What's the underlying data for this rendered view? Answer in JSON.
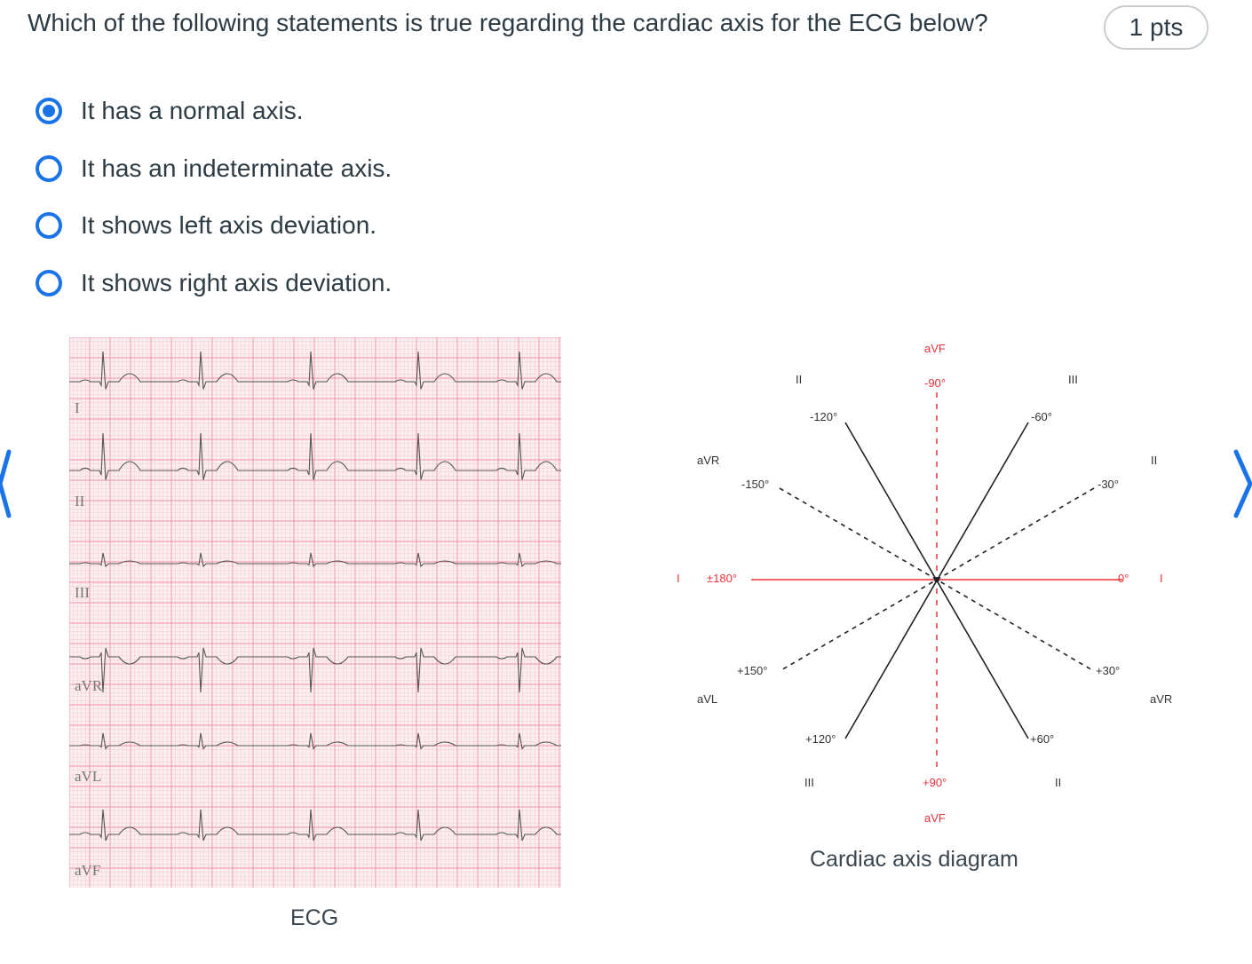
{
  "question": {
    "text": "Which of the following statements is true regarding the cardiac axis for the ECG below?",
    "points": "1 pts"
  },
  "options": [
    {
      "label": "It has a normal axis.",
      "selected": true
    },
    {
      "label": "It has an indeterminate axis.",
      "selected": false
    },
    {
      "label": "It shows left axis deviation.",
      "selected": false
    },
    {
      "label": "It shows right axis deviation.",
      "selected": false
    }
  ],
  "ecg": {
    "caption": "ECG",
    "leads": [
      "I",
      "II",
      "III",
      "aVR",
      "aVL",
      "aVF"
    ]
  },
  "axis_diagram": {
    "caption": "Cardiac axis diagram",
    "labels": {
      "avf_top": "aVF",
      "minus90": "-90°",
      "ii_top": "II",
      "iii_top": "III",
      "minus120": "-120°",
      "minus60": "-60°",
      "avr_left": "aVR",
      "ii_right": "II",
      "minus150": "-150°",
      "minus30": "-30°",
      "i_left": "I",
      "pm180": "±180°",
      "zero": "0°",
      "i_right": "I",
      "plus150": "+150°",
      "plus30": "+30°",
      "avl_left": "aVL",
      "avr_right": "aVR",
      "plus120": "+120°",
      "plus60": "+60°",
      "iii_bottom": "III",
      "plus90": "+90°",
      "ii_bottom": "II",
      "avf_bottom": "aVF"
    }
  },
  "colors": {
    "accent": "#1a73e8",
    "ecg_grid": "#f08aa0",
    "ecg_trace": "#555555",
    "axis_red": "#e8303a"
  }
}
